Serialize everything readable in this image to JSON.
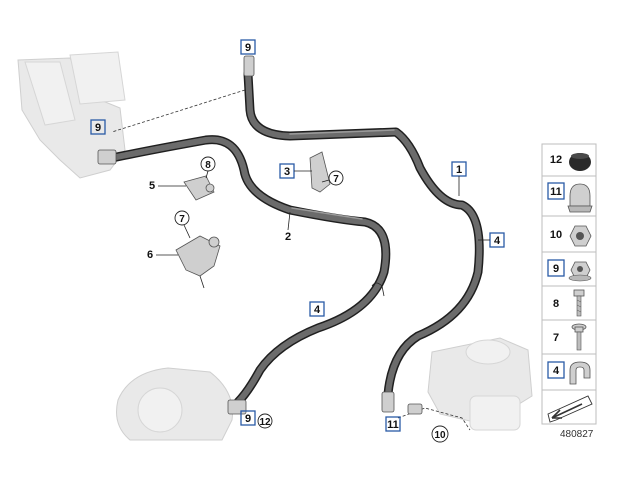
{
  "diagram": {
    "callouts": {
      "c1": "1",
      "c2": "2",
      "c3": "3",
      "c4a": "4",
      "c4b": "4",
      "c5": "5",
      "c6": "6",
      "c7a": "7",
      "c7b": "7",
      "c8": "8",
      "c9a": "9",
      "c9b": "9",
      "c9c": "9",
      "c10": "10",
      "c11": "11",
      "c12": "12"
    },
    "parts_panel": [
      {
        "number": "12",
        "boxed": false,
        "icon": "cap-icon"
      },
      {
        "number": "11",
        "boxed": true,
        "icon": "cap-nut-icon"
      },
      {
        "number": "10",
        "boxed": false,
        "icon": "hex-nut-icon"
      },
      {
        "number": "9",
        "boxed": true,
        "icon": "collar-nut-icon"
      },
      {
        "number": "8",
        "boxed": false,
        "icon": "bolt-icon"
      },
      {
        "number": "7",
        "boxed": false,
        "icon": "bolt-washer-icon"
      },
      {
        "number": "4",
        "boxed": true,
        "icon": "cable-clip-icon"
      }
    ],
    "reference_number": "480827",
    "colors": {
      "box_outline": "#2a5aa6",
      "hose": "#1f1f1f",
      "ghost_parts": "#e9e9e9"
    }
  }
}
